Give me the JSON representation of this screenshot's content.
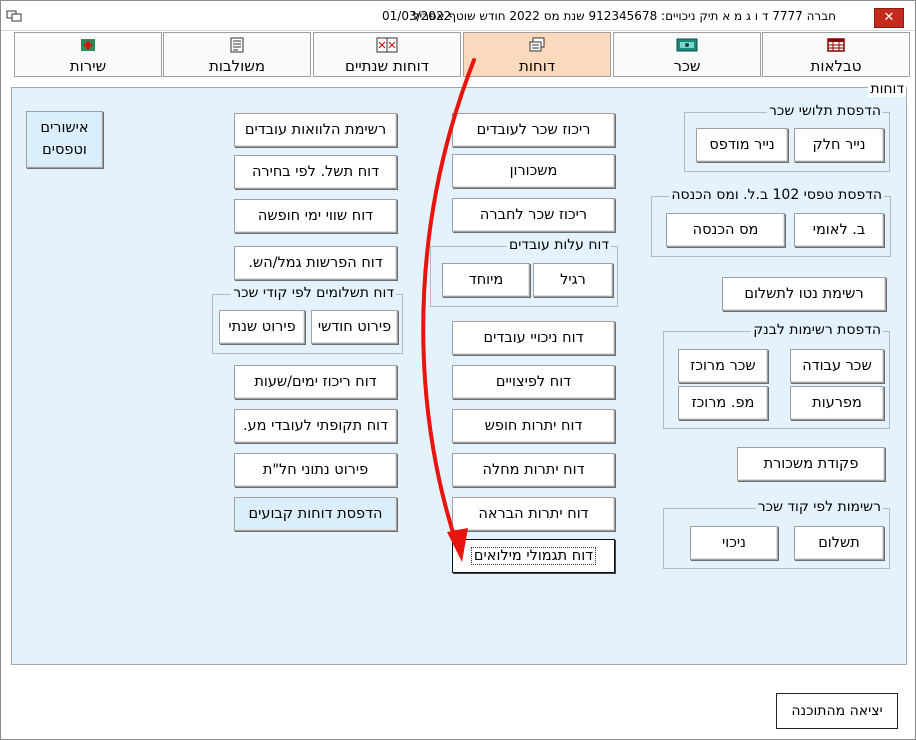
{
  "window": {
    "title": "חברה 7777 ד ו ג מ א תיק ניכויים: 912345678   שנת מס 2022   חודש שוטף אפריל",
    "date": "01/03/2022",
    "close_label": "✕"
  },
  "tabs": [
    {
      "label": "טבלאות",
      "icon": "table-icon"
    },
    {
      "label": "שכר",
      "icon": "salary-icon"
    },
    {
      "label": "דוחות",
      "icon": "reports-icon"
    },
    {
      "label": "דוחות שנתיים",
      "icon": "annual-reports-icon"
    },
    {
      "label": "משולבות",
      "icon": "combined-icon"
    },
    {
      "label": "שירות",
      "icon": "service-icon"
    }
  ],
  "panel": {
    "title": "דוחות",
    "approvals_button": "אישורים\nוטפסים"
  },
  "groups": {
    "payslips": {
      "label": "הדפסת תלושי שכר",
      "buttons": [
        "נייר חלק",
        "נייר מודפס"
      ]
    },
    "forms102": {
      "label": "הדפסת טפסי 102 ב.ל. ומס הכנסה",
      "buttons": [
        "ב. לאומי",
        "מס הכנסה"
      ]
    },
    "net_list": "רשימת נטו לתשלום",
    "bank": {
      "label": "הדפסת רשימות לבנק",
      "buttons": [
        "שכר עבודה",
        "שכר מרוכז",
        "מפרעות",
        "מפ. מרוכז"
      ]
    },
    "salary_order": "פקודת משכורת",
    "by_code": {
      "label": "רשימות לפי קוד שכר",
      "buttons": [
        "תשלום",
        "ניכוי"
      ]
    },
    "employee_cost": {
      "label": "דוח עלות עובדים",
      "buttons": [
        "רגיל",
        "מיוחד"
      ]
    },
    "payments_by_code": {
      "label": "דוח תשלומים לפי קודי שכר",
      "buttons": [
        "פירוט חודשי",
        "פירוט שנתי"
      ]
    }
  },
  "middle_buttons_top": [
    "ריכוז שכר לעובדים",
    "משכורון",
    "ריכוז שכר לחברה"
  ],
  "middle_buttons_bottom": [
    "דוח ניכויי עובדים",
    "דוח לפיצויים",
    "דוח יתרות חופש",
    "דוח יתרות מחלה",
    "דוח יתרות הבראה",
    "דוח תגמולי מילואים"
  ],
  "left_buttons_top": [
    "רשימת הלוואות עובדים",
    "דוח תשל. לפי בחירה",
    "דוח שווי ימי חופשה",
    "דוח הפרשות גמל/הש."
  ],
  "left_buttons_bottom": [
    "דוח ריכוז ימים/שעות",
    "דוח תקופתי לעובדי מע.",
    "פירוט נתוני חל\"ת",
    "הדפסת דוחות קבועים"
  ],
  "exit_label": "יציאה מהתוכנה",
  "colors": {
    "active_tab": "#fbd9bd",
    "panel": "#e4f2fd",
    "arrow": "#e8140e",
    "close": "#c42b1c"
  }
}
